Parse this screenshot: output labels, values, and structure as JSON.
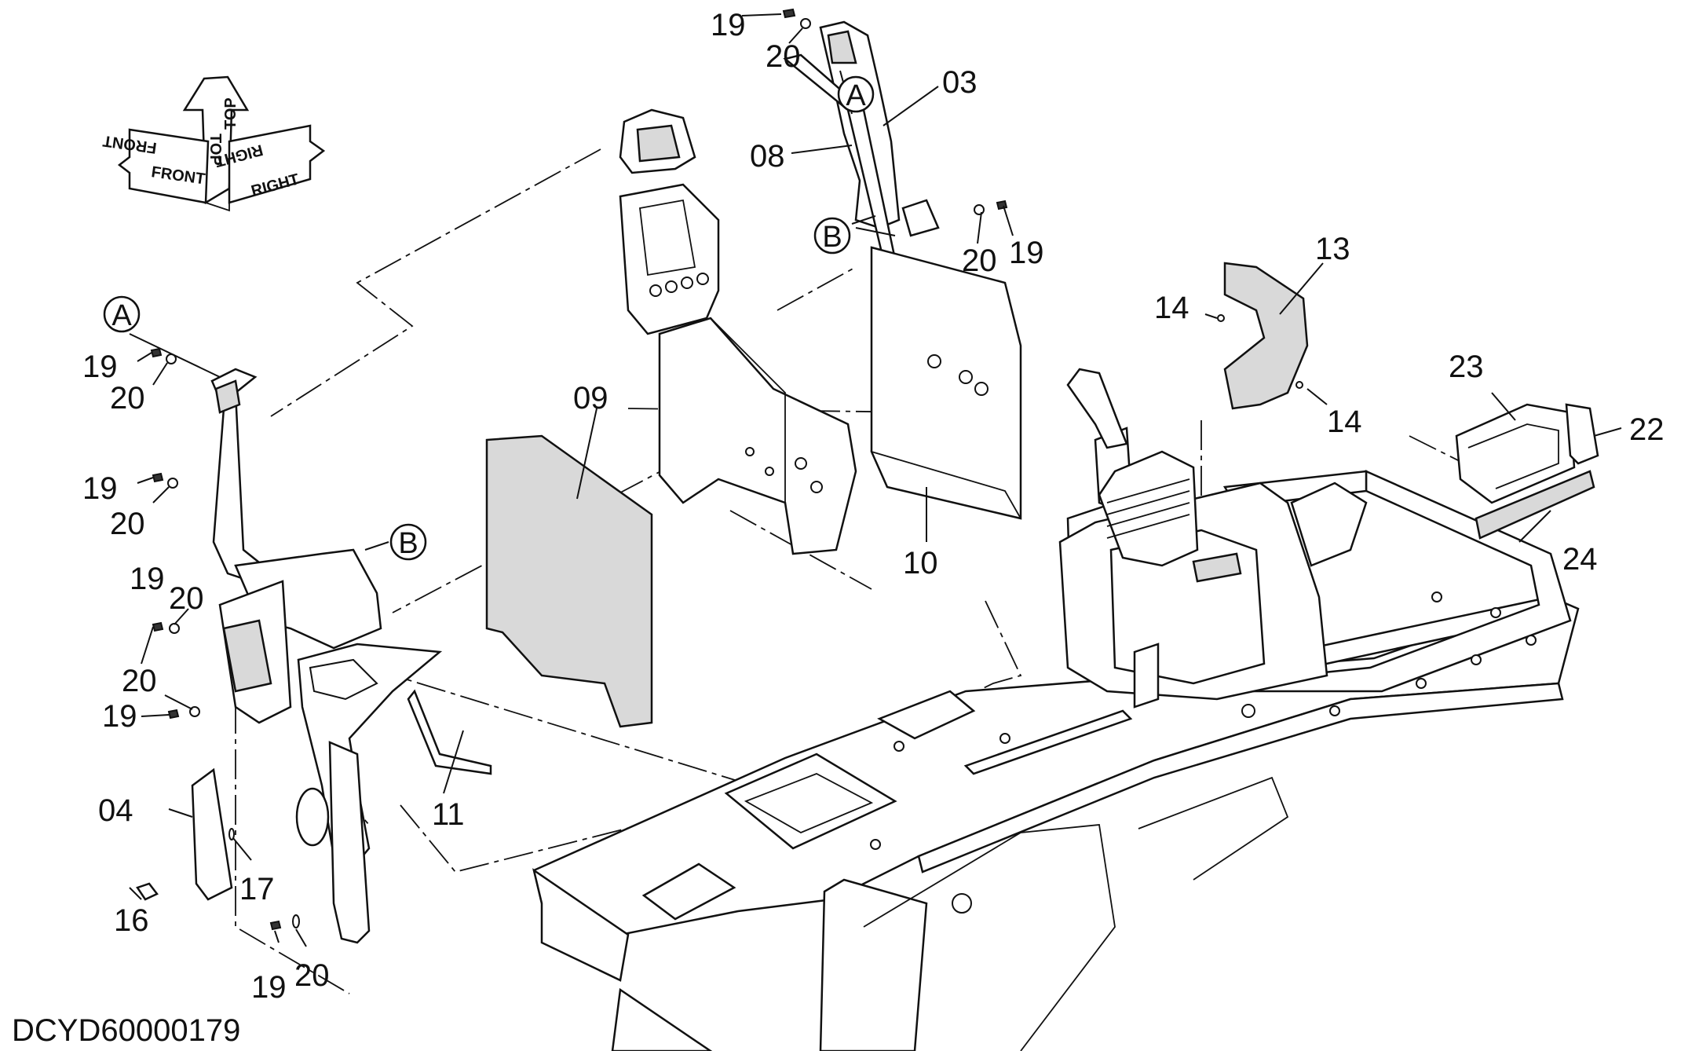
{
  "document_id": "DCYD60000179",
  "orientation_symbol": {
    "labels": [
      "FRONT",
      "TOP",
      "RIGHT"
    ],
    "mirrored_labels": [
      "FRONT",
      "TOP",
      "RIGHT"
    ]
  },
  "callouts": [
    "A",
    "B"
  ],
  "part_labels": [
    "19",
    "20",
    "03",
    "08",
    "13",
    "14",
    "09",
    "10",
    "23",
    "22",
    "24",
    "11",
    "04",
    "17",
    "16"
  ]
}
